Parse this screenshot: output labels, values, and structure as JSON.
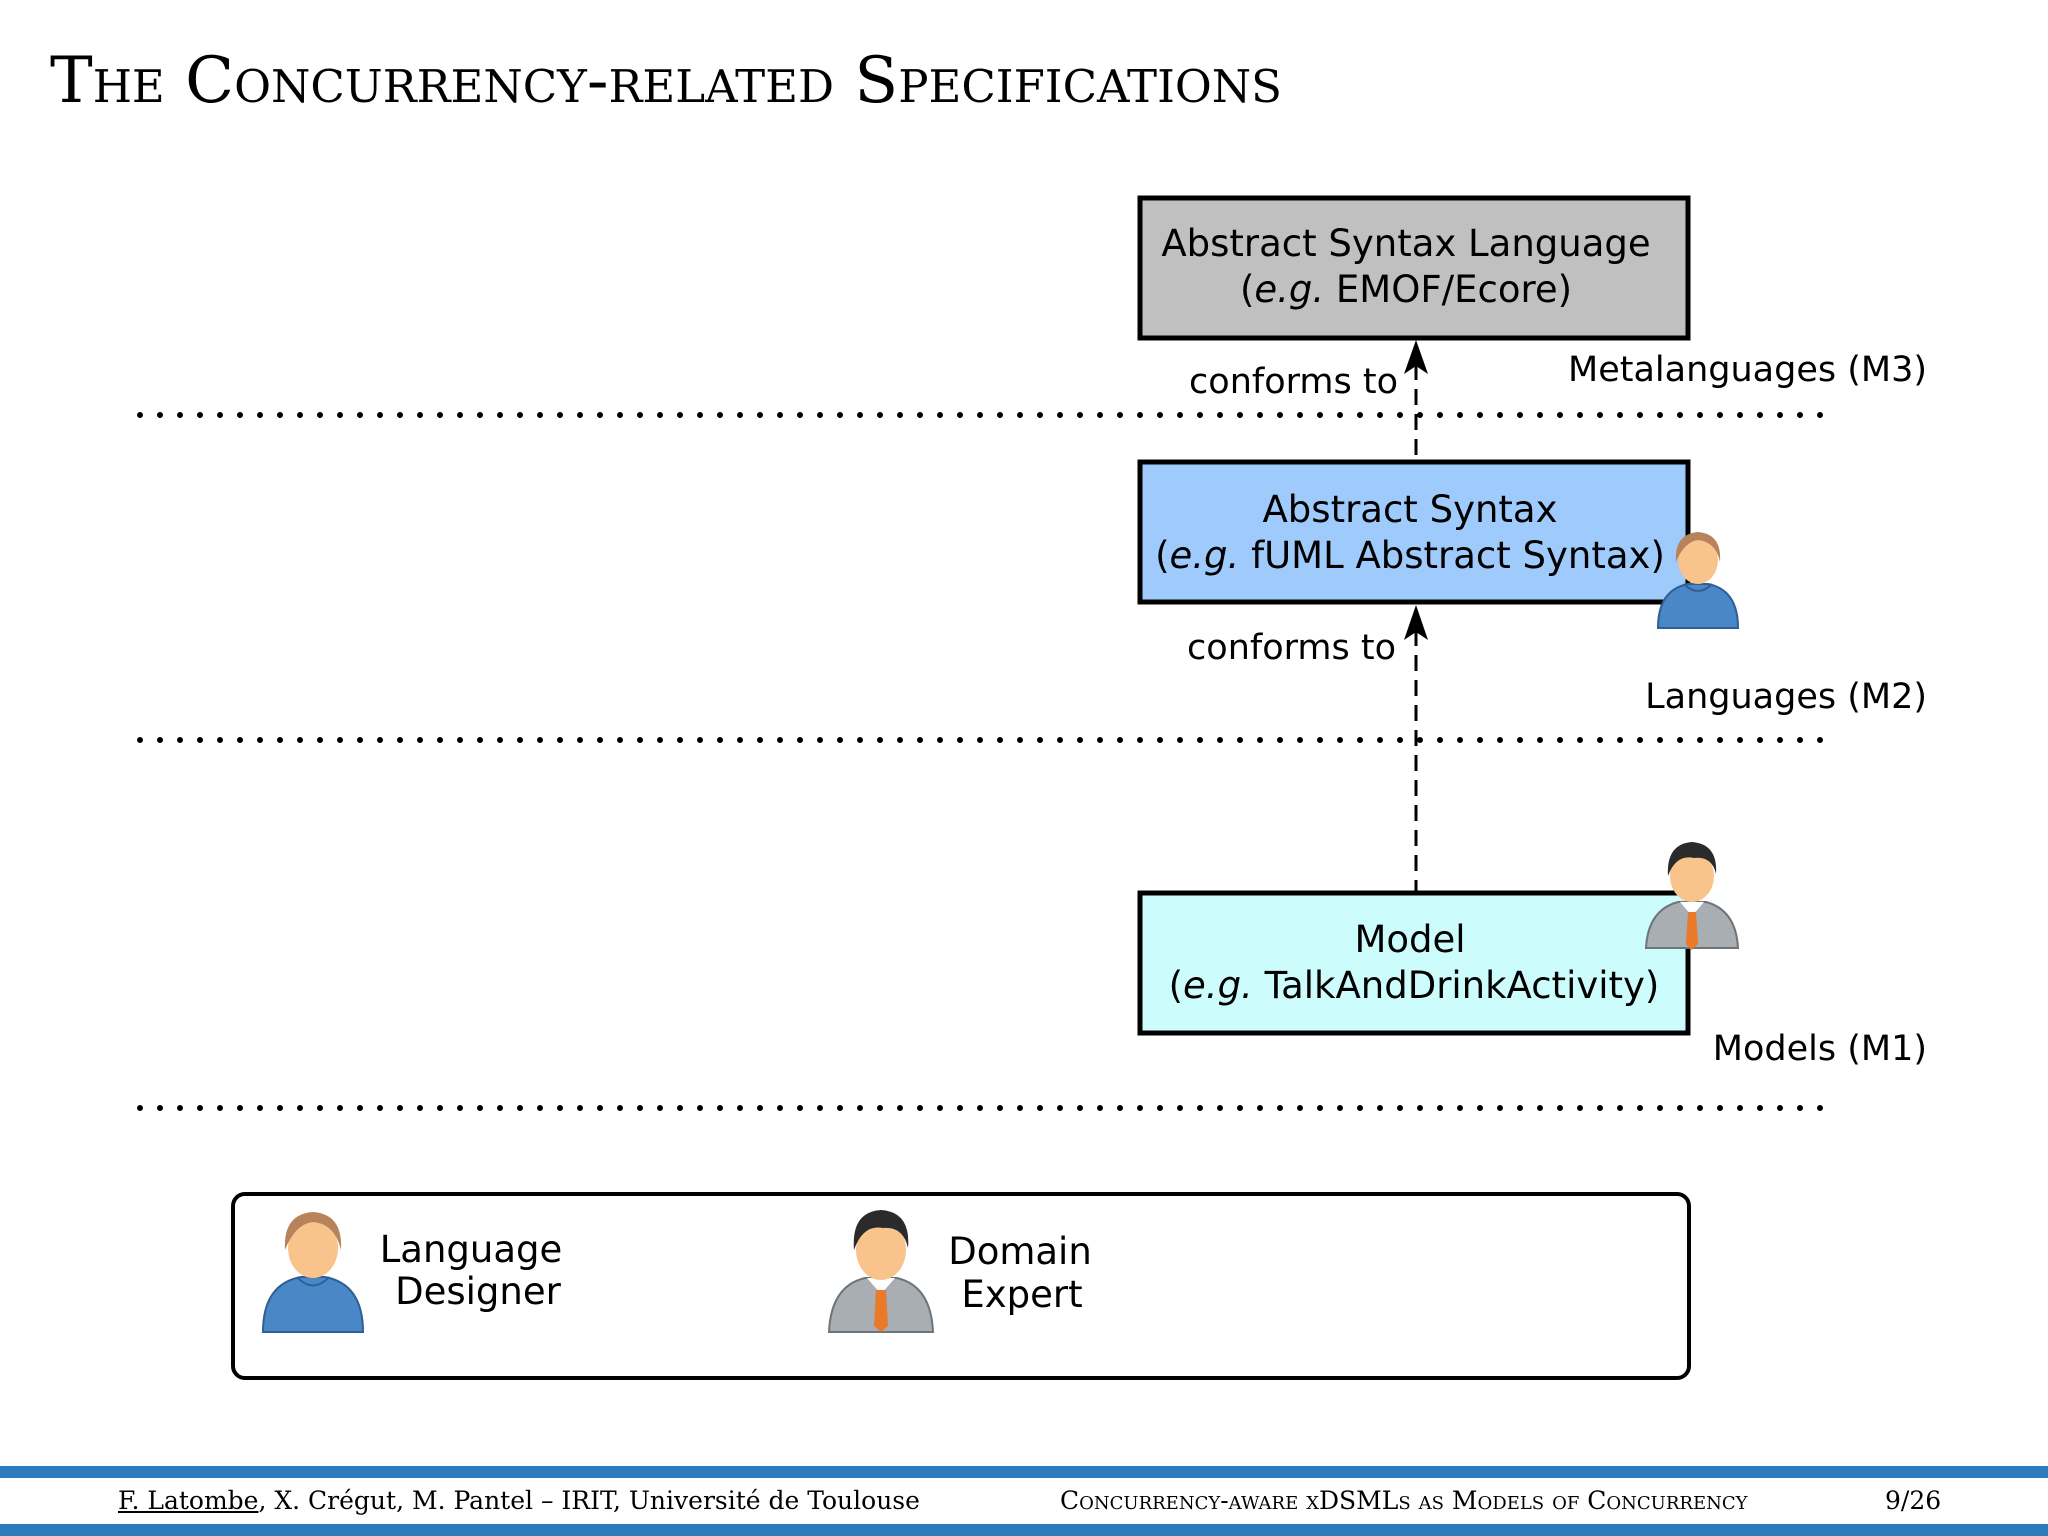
{
  "slide": {
    "title": "The Concurrency-related Specifications"
  },
  "diagram": {
    "boxes": {
      "metalanguage": {
        "line1": "Abstract Syntax Language",
        "eg": "e.g.",
        "line2_rest": "EMOF/Ecore)",
        "fill": "#c0c0c0"
      },
      "language": {
        "line1": "Abstract Syntax",
        "eg": "e.g.",
        "line2_rest": "fUML Abstract Syntax)",
        "fill": "#9ecbfc"
      },
      "model": {
        "line1": "Model",
        "eg": "e.g.",
        "line2_rest": "TalkAndDrinkActivity)",
        "fill": "#ccfcfc"
      }
    },
    "arrows": {
      "m2_to_m3": "conforms to",
      "m1_to_m2": "conforms to"
    },
    "levels": {
      "m3": "Metalanguages (M3)",
      "m2": "Languages (M2)",
      "m1": "Models (M1)"
    },
    "legend": {
      "language_designer": [
        "Language",
        "Designer"
      ],
      "domain_expert": [
        "Domain",
        "Expert"
      ]
    }
  },
  "footer": {
    "authors_first": "F. Latombe",
    "authors_rest": ", X. Crégut, M. Pantel – IRIT, Université de Toulouse",
    "talk_title": "Concurrency-aware xDSMLs as Models of Concurrency",
    "page": "9/26"
  },
  "colors": {
    "footer_bar": "#2b7bbd",
    "designer_shirt": "#4a87c6",
    "designer_hair": "#b7835a",
    "expert_suit": "#a9aeb3",
    "expert_hair": "#2b2b2b",
    "skin": "#f9c38c"
  }
}
